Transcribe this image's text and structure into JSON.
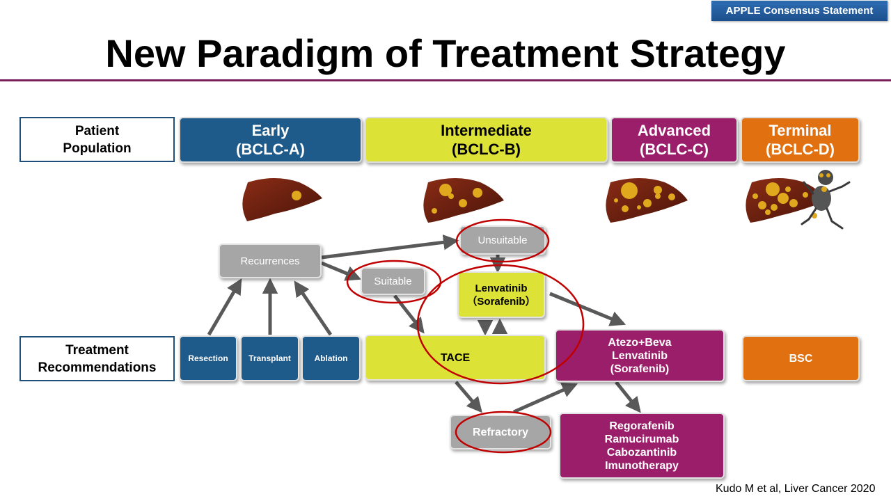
{
  "badge": "APPLE Consensus Statement",
  "title": "New Paradigm of Treatment Strategy",
  "row_labels": {
    "patient_population": "Patient\nPopulation",
    "treatment_recommendations": "Treatment\nRecommendations"
  },
  "stages": {
    "early": "Early\n(BCLC-A)",
    "intermediate": "Intermediate\n(BCLC-B)",
    "advanced": "Advanced\n(BCLC-C)",
    "terminal": "Terminal\n(BCLC-D)"
  },
  "treatments": {
    "resection": "Resection",
    "transplant": "Transplant",
    "ablation": "Ablation",
    "tace": "TACE",
    "atezo_beva": "Atezo+Beva\nLenvatinib\n(Sorafenib)",
    "bsc": "BSC",
    "second_line": "Regorafenib\nRamucirumab\nCabozantinib\nImunotherapy"
  },
  "flow_nodes": {
    "recurrences": "Recurrences",
    "suitable": "Suitable",
    "unsuitable": "Unsuitable",
    "lenvatinib": "Lenvatinib\n（Sorafenib）",
    "refractory": "Refractory"
  },
  "reference": "Kudo M et al,  Liver Cancer 2020",
  "colors": {
    "early": "#1e5a8a",
    "intermediate": "#dde236",
    "advanced": "#9b1e6b",
    "terminal": "#e07010",
    "flow_gray": "#a6a6a6",
    "highlight_circle": "#c00000",
    "title_rule": "#7a1f5c"
  }
}
